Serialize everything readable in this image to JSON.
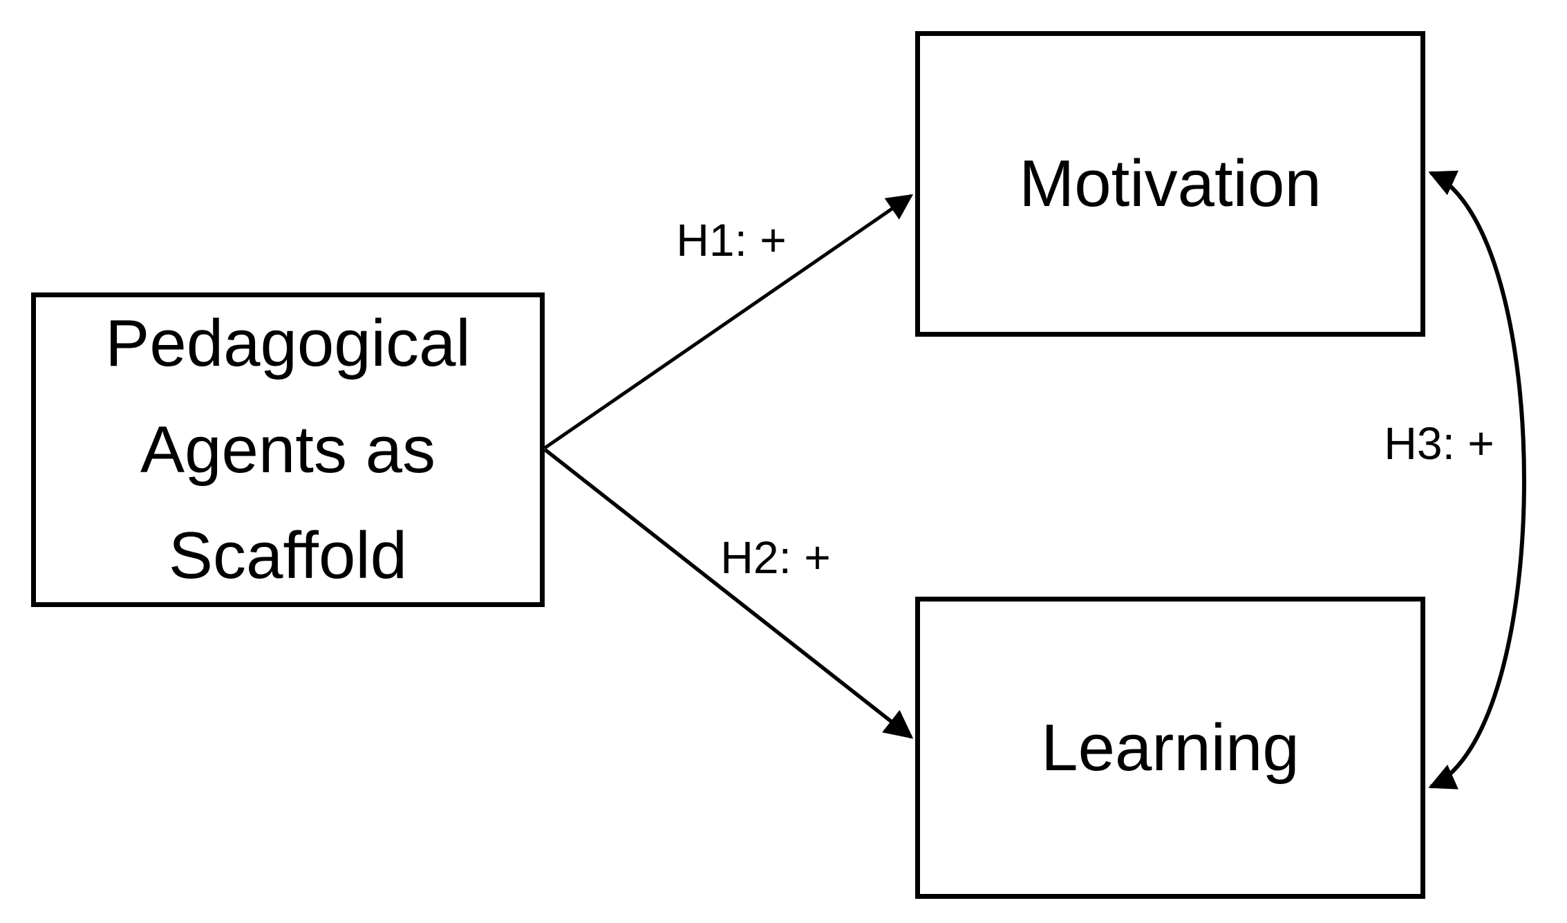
{
  "diagram": {
    "background_color": "#ffffff",
    "line_color": "#000000",
    "nodes": {
      "scaffold": {
        "label": "Pedagogical Agents as Scaffold"
      },
      "motivation": {
        "label": "Motivation"
      },
      "learning": {
        "label": "Learning"
      }
    },
    "edges": {
      "h1": {
        "label": "H1: +",
        "from": "scaffold",
        "to": "motivation",
        "style": "straight",
        "heads": 1
      },
      "h2": {
        "label": "H2: +",
        "from": "scaffold",
        "to": "learning",
        "style": "straight",
        "heads": 1
      },
      "h3": {
        "label": "H3: +",
        "from": "motivation",
        "to": "learning",
        "style": "curved",
        "heads": 2
      }
    }
  }
}
